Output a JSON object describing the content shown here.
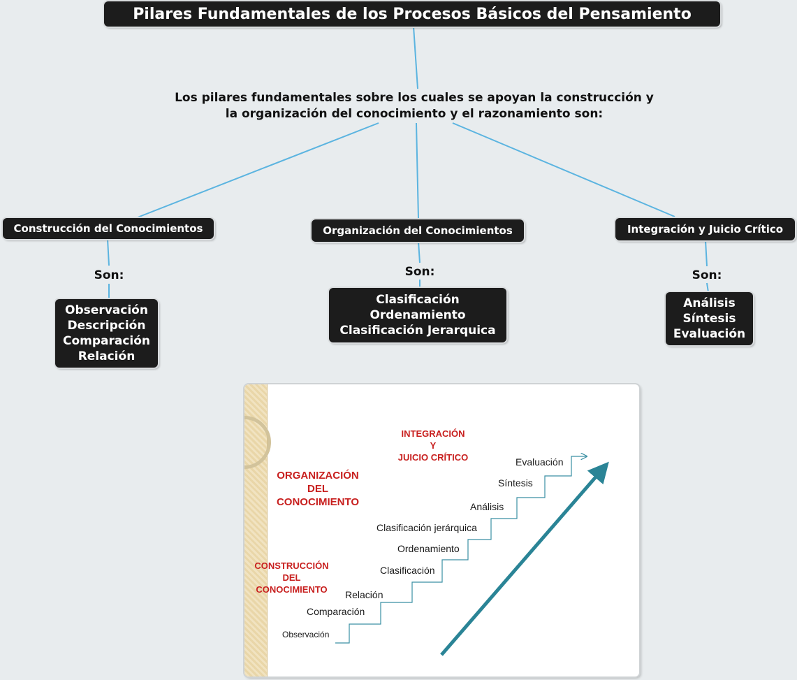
{
  "title": "Pilares Fundamentales de los Procesos Básicos del Pensamiento",
  "intro": {
    "line1": "Los pilares fundamentales sobre los cuales se apoyan la construcción y",
    "line2": "la organización del conocimiento y el razonamiento son:"
  },
  "branches": [
    {
      "label": "Construcción del Conocimientos",
      "son": "Son:",
      "items": [
        "Observación",
        "Descripción",
        "Comparación",
        "Relación"
      ]
    },
    {
      "label": "Organización del Conocimientos",
      "son": "Son:",
      "items": [
        "Clasificación",
        "Ordenamiento",
        "Clasificación Jerarquica"
      ]
    },
    {
      "label": "Integración y Juicio Crítico",
      "son": "Son:",
      "items": [
        "Análisis",
        "Síntesis",
        "Evaluación"
      ]
    }
  ],
  "slide": {
    "category_integracion": [
      "INTEGRACIÓN",
      "Y",
      "JUICIO CRÍTICO"
    ],
    "category_organizacion": [
      "ORGANIZACIÓN",
      "DEL",
      "CONOCIMIENTO"
    ],
    "category_construccion": [
      "CONSTRUCCIÓN",
      "DEL",
      "CONOCIMIENTO"
    ],
    "steps": [
      "Observación",
      "Comparación",
      "Relación",
      "Clasificación",
      "Ordenamiento",
      "Clasificación jerárquica",
      "Análisis",
      "Síntesis",
      "Evaluación"
    ]
  },
  "colors": {
    "connector": "#5bb4e0",
    "box": "#1c1c1c",
    "red_label": "#c8201f",
    "stair": "#3a8fa3",
    "arrow": "#2a8496"
  }
}
